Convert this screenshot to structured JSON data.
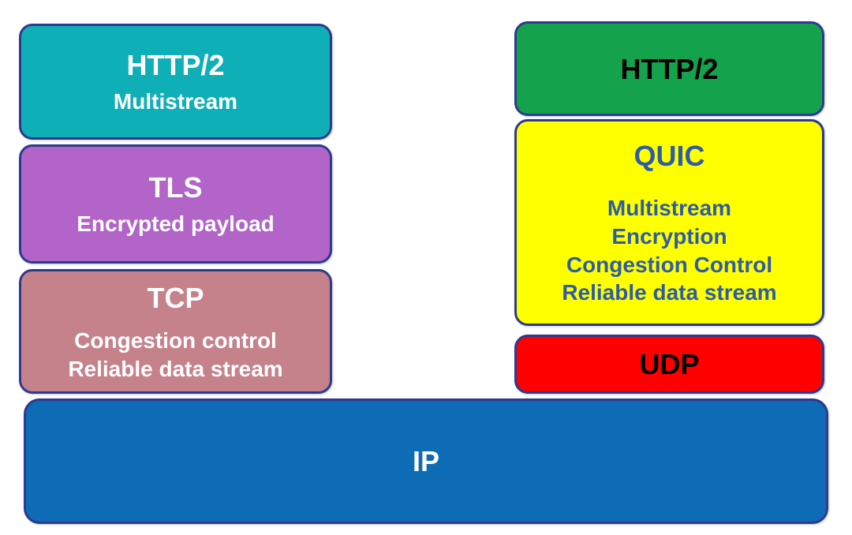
{
  "colors": {
    "background": "#ffffff",
    "box_border": "#2e3a8c"
  },
  "left_stack": {
    "http2": {
      "title": "HTTP/2",
      "lines": [
        "Multistream"
      ],
      "fill": "#0fafb8",
      "text": "#ffffff"
    },
    "tls": {
      "title": "TLS",
      "lines": [
        "Encrypted payload"
      ],
      "fill": "#b264c9",
      "text": "#ffffff"
    },
    "tcp": {
      "title": "TCP",
      "lines": [
        "Congestion control",
        "Reliable data stream"
      ],
      "fill": "#c5828b",
      "text": "#ffffff"
    }
  },
  "right_stack": {
    "http2": {
      "title": "HTTP/2",
      "lines": [],
      "fill": "#14a24c",
      "text": "#000000"
    },
    "quic": {
      "title": "QUIC",
      "lines": [
        "Multistream",
        "Encryption",
        "Congestion Control",
        "Reliable data stream"
      ],
      "fill": "#ffff00",
      "text": "#2d5ca8"
    },
    "udp": {
      "title": "UDP",
      "lines": [],
      "fill": "#ff0000",
      "text": "#000000"
    }
  },
  "base_layer": {
    "ip": {
      "title": "IP",
      "lines": [],
      "fill": "#0e6bb5",
      "text": "#ffffff"
    }
  }
}
